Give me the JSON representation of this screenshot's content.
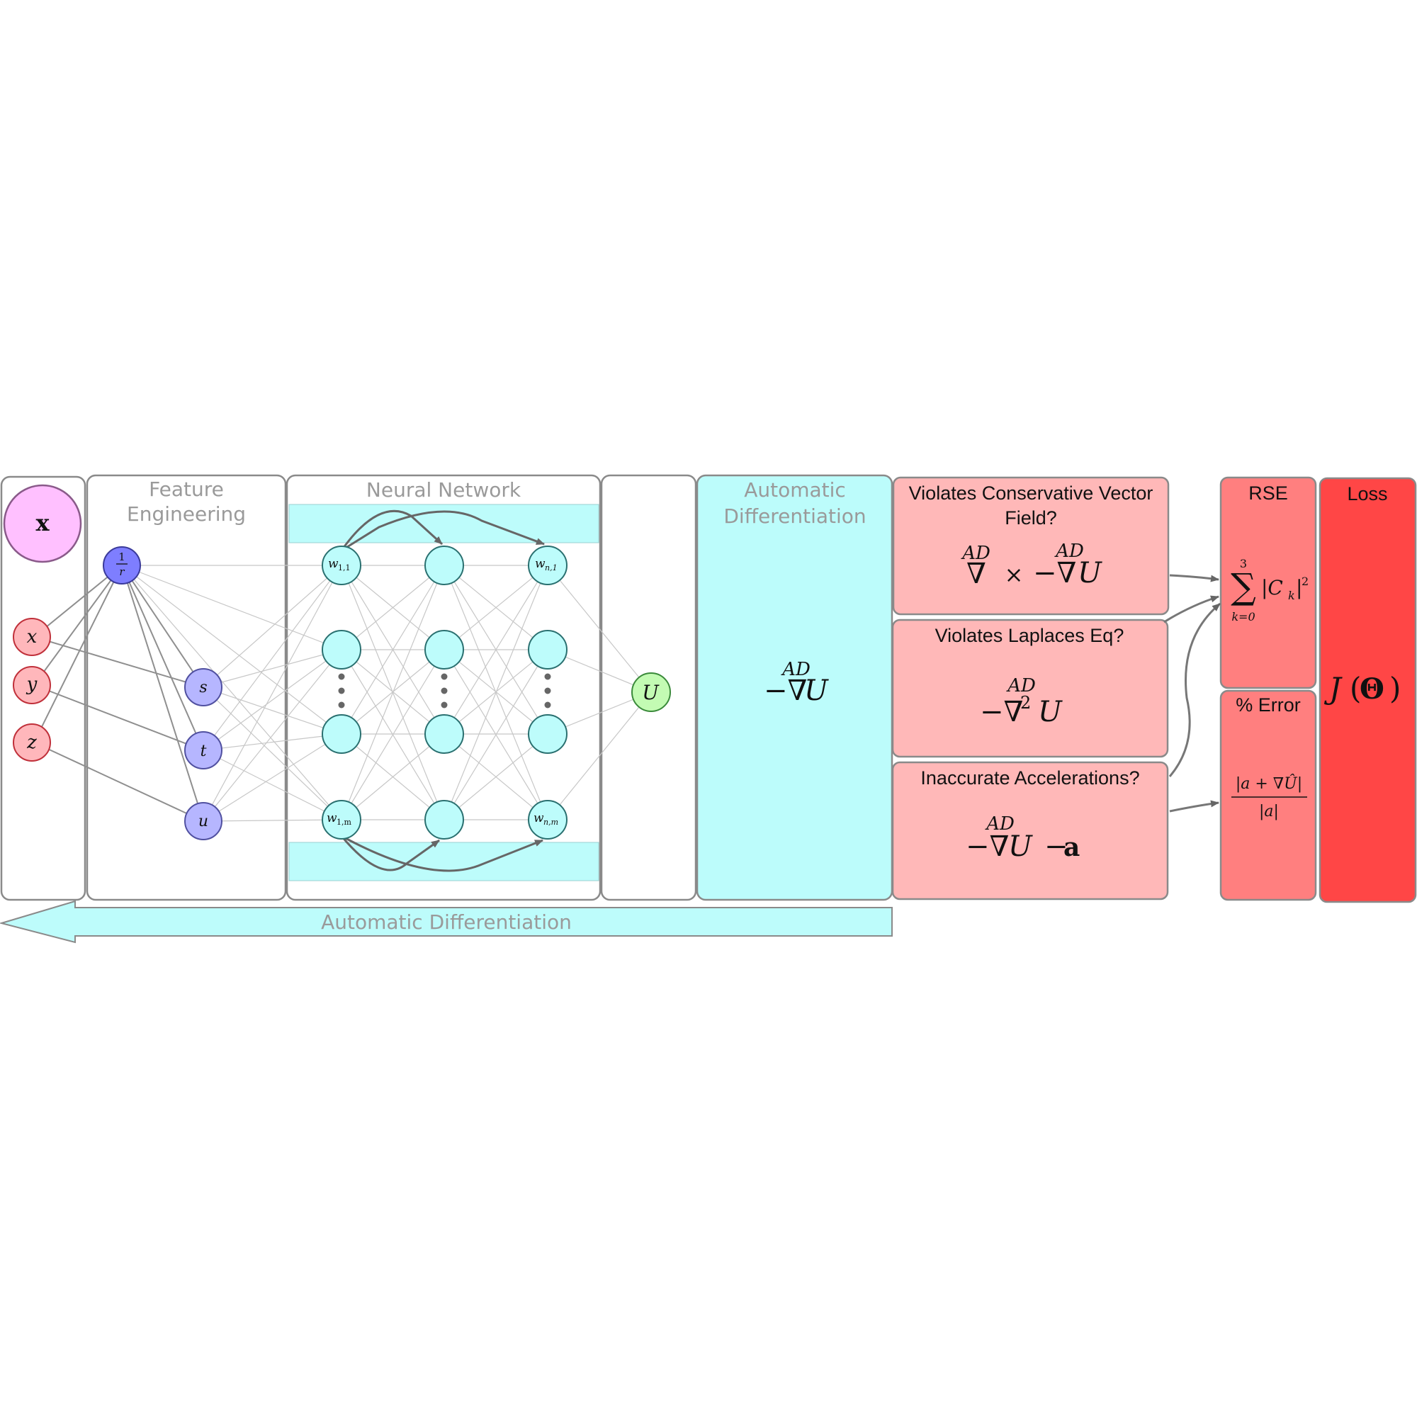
{
  "panels": {
    "feature_engineering": [
      "Feature",
      "Engineering"
    ],
    "neural_network": "Neural Network",
    "automatic_differentiation": [
      "Automatic",
      "Differentiation"
    ],
    "rse": "RSE",
    "percent_error": "% Error",
    "loss": "Loss"
  },
  "nodes": {
    "input": "x",
    "x": "x",
    "y": "y",
    "z": "z",
    "inv_r_num": "1",
    "inv_r_den": "r",
    "s": "s",
    "t": "t",
    "u": "u",
    "w11_base": "w",
    "w11_sub": "1,1",
    "wn1_base": "w",
    "wn1_sub": "n,1",
    "w1m_base": "w",
    "w1m_sub": "1,m",
    "wnm_base": "w",
    "wnm_sub": "n,m",
    "output": "U"
  },
  "ad_panel": {
    "ad": "AD",
    "expr_sign": "−∇",
    "expr_var": "U"
  },
  "checks": [
    {
      "question": [
        "Violates Conservative Vector",
        "Field?"
      ],
      "ad1": "AD",
      "op1": "∇",
      "times": "×",
      "ad2": "AD",
      "expr_sign": "−∇",
      "expr_var": "U"
    },
    {
      "question": [
        "Violates Laplaces Eq?"
      ],
      "ad": "AD",
      "expr_sign": "−∇",
      "sup": "2",
      "expr_var": "U"
    },
    {
      "question": [
        "Inaccurate Accelerations?"
      ],
      "ad": "AD",
      "expr_sign": "−∇",
      "expr_var": "U",
      "minus": "−",
      "accel": "a"
    }
  ],
  "rse_formula": {
    "sum": "∑",
    "upper": "3",
    "lower": "k=0",
    "body": "|C",
    "sub": "k",
    "close": "|",
    "sup": "2"
  },
  "error_formula": {
    "numerator": "|a + ∇Û|",
    "denominator": "|a|"
  },
  "loss_formula": {
    "J": "J",
    "open": "(",
    "theta": "Θ",
    "close": ")"
  },
  "bottom_arrow": "Automatic Differentiation",
  "colors": {
    "input": "#ffc0ff",
    "xyz": "#ffb7bb",
    "inv_r": "#7e7eff",
    "stu": "#b6b6ff",
    "hidden": "#bdfcfb",
    "output": "#c3fbb3",
    "ad_panel": "#bcfcfb",
    "checks": "#ffb8b8",
    "metrics": "#ff7f7f",
    "loss": "#ff4646"
  }
}
